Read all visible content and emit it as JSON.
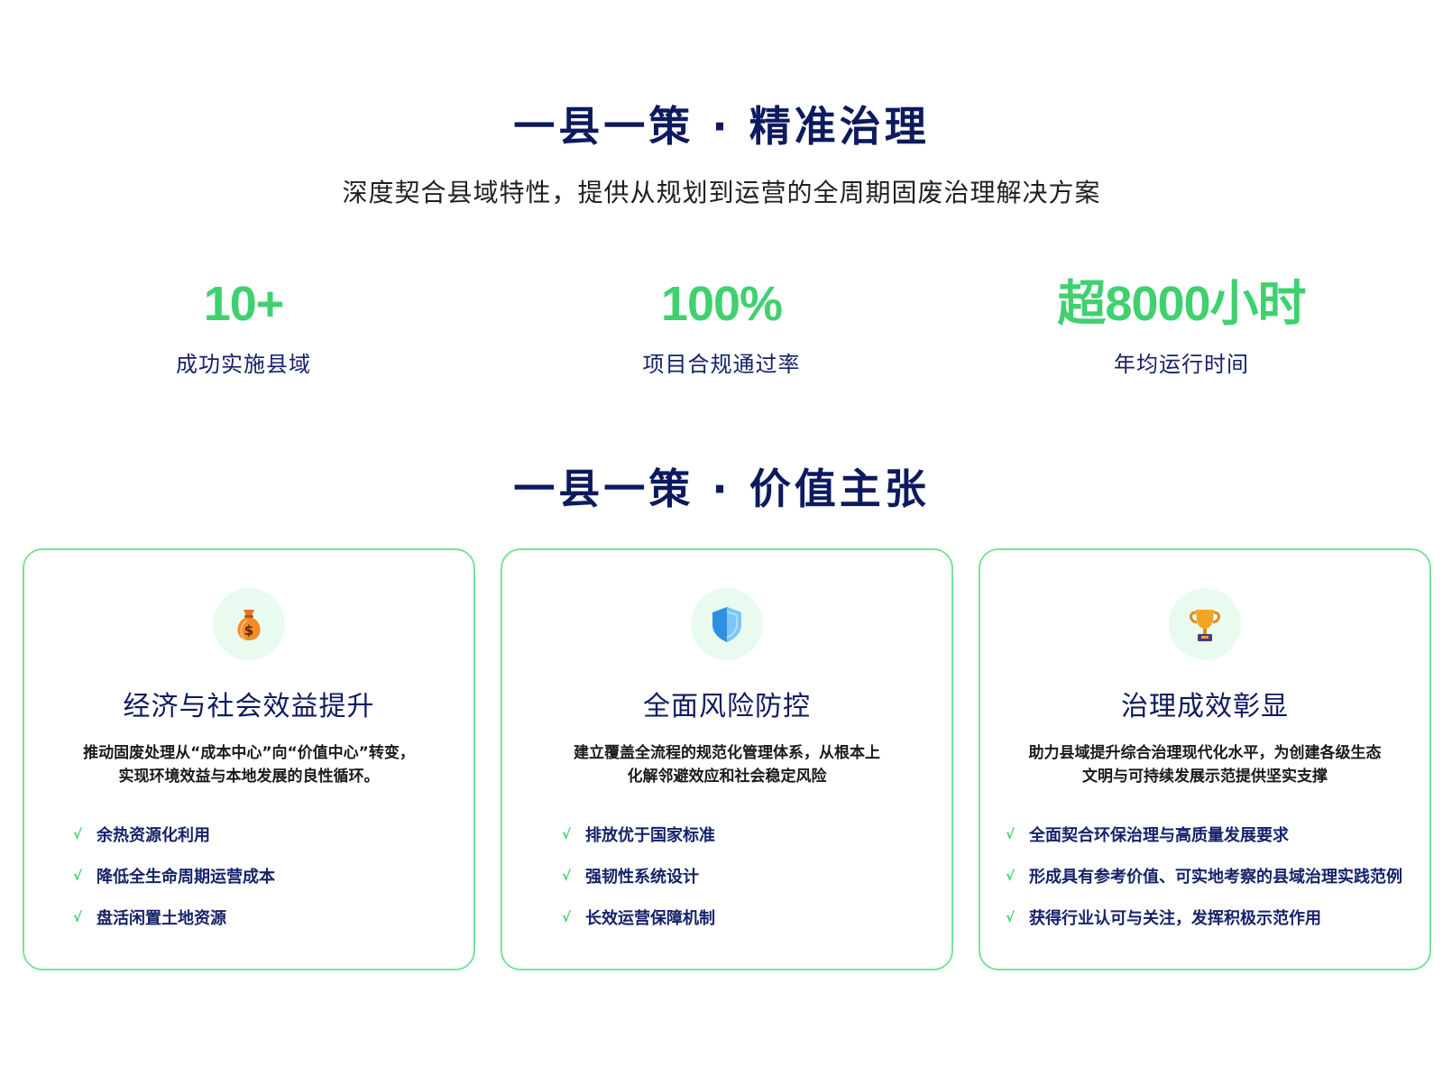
{
  "hero": {
    "title": "一县一策 · 精准治理",
    "subtitle": "深度契合县域特性，提供从规划到运营的全周期固废治理解决方案"
  },
  "stats": [
    {
      "value": "10+",
      "label": "成功实施县域"
    },
    {
      "value": "100%",
      "label": "项目合规通过率"
    },
    {
      "value": "超8000小时",
      "label": "年均运行时间"
    }
  ],
  "section": {
    "title": "一县一策 · 价值主张"
  },
  "cards": [
    {
      "icon": "money-bag-icon",
      "title": "经济与社会效益提升",
      "desc_lines": [
        "推动固废处理从“成本中心”向“价值中心”转变，",
        "实现环境效益与本地发展的良性循环。"
      ],
      "items": [
        "余热资源化利用",
        "降低全生命周期运营成本",
        "盘活闲置土地资源"
      ]
    },
    {
      "icon": "shield-icon",
      "title": "全面风险防控",
      "desc_lines": [
        "建立覆盖全流程的规范化管理体系，从根本上",
        "化解邻避效应和社会稳定风险"
      ],
      "items": [
        "排放优于国家标准",
        "强韧性系统设计",
        "长效运营保障机制"
      ]
    },
    {
      "icon": "trophy-icon",
      "title": "治理成效彰显",
      "desc_lines": [
        "助力县域提升综合治理现代化水平，为创建各级生态",
        "文明与可持续发展示范提供坚实支撑"
      ],
      "items": [
        "全面契合环保治理与高质量发展要求",
        "形成具有参考价值、可实地考察的县域治理实践范例",
        "获得行业认可与关注，发挥积极示范作用"
      ]
    }
  ],
  "check_mark": "√",
  "colors": {
    "accent": "#3fd16f",
    "title": "#0d1a5e",
    "border": "#77e39a",
    "icon_bg": "#e9fbef"
  }
}
